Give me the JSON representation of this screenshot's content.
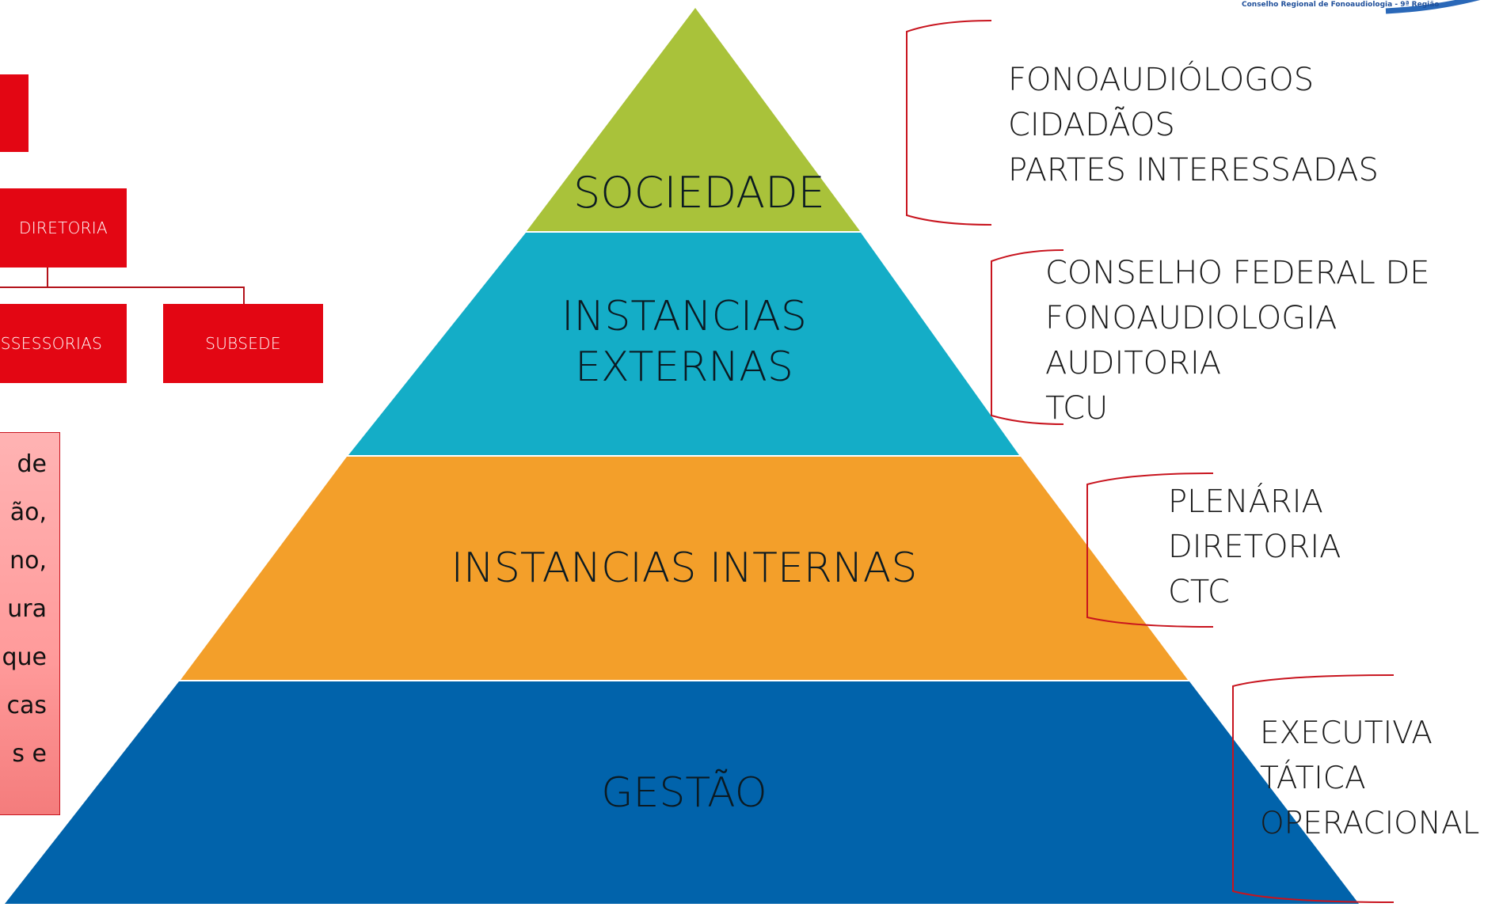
{
  "logo": {
    "caption": "Conselho Regional de Fonoaudiologia - 9ª Região"
  },
  "org_chart": {
    "diretoria": "DIRETORIA",
    "assessorias": "ASSESSORIAS",
    "subsede": "SUBSEDE"
  },
  "note": {
    "lines": [
      "de",
      "ão,",
      "no,",
      "ura",
      "que",
      "cas",
      "s e"
    ]
  },
  "pyramid": {
    "tiers": [
      {
        "label": "SOCIEDADE",
        "color": "#a9c23a"
      },
      {
        "label_lines": [
          "INSTANCIAS",
          "EXTERNAS"
        ],
        "color": "#14adc7"
      },
      {
        "label": "INSTANCIAS INTERNAS",
        "color": "#f39f2a"
      },
      {
        "label": "GESTÃO",
        "color": "#0163ab"
      }
    ]
  },
  "side_lists": [
    {
      "items": [
        "FONOAUDIÓLOGOS",
        "CIDADÃOS",
        "PARTES INTERESSADAS"
      ]
    },
    {
      "items": [
        "CONSELHO FEDERAL DE",
        "FONOAUDIOLOGIA",
        "AUDITORIA",
        "TCU"
      ]
    },
    {
      "items": [
        "PLENÁRIA",
        "DIRETORIA",
        "CTC"
      ]
    },
    {
      "items": [
        "EXECUTIVA",
        "TÁTICA",
        "OPERACIONAL"
      ]
    }
  ],
  "colors": {
    "org_red": "#e30613",
    "bracket": "#c8141e"
  }
}
